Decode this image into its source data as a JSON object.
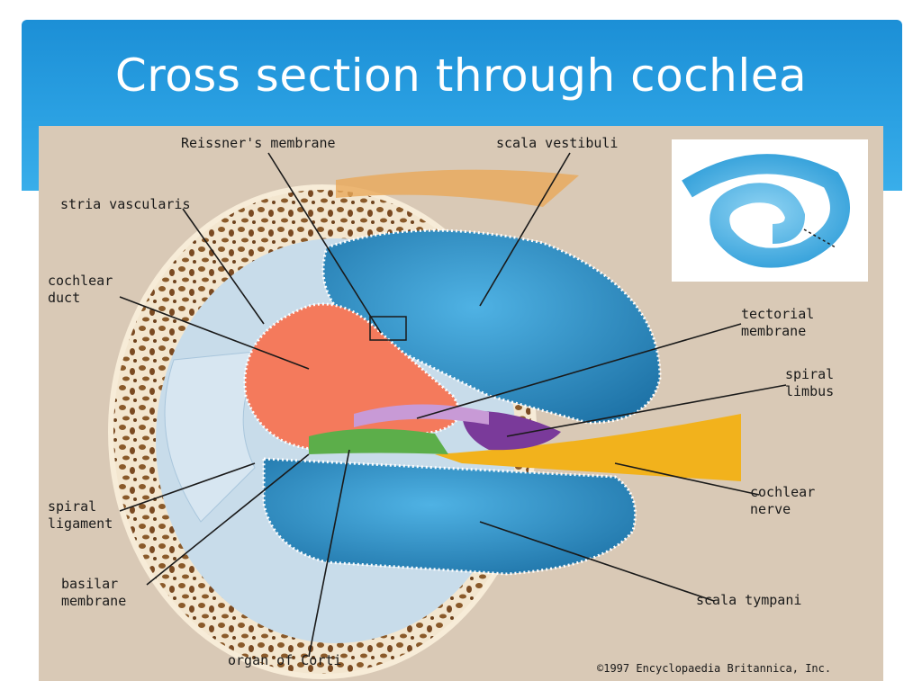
{
  "slide": {
    "title": "Cross section through cochlea"
  },
  "figure": {
    "labels": {
      "reissners_membrane": "Reissner's membrane",
      "scala_vestibuli": "scala vestibuli",
      "stria_vascularis": "stria vascularis",
      "cochlear_duct": "cochlear\nduct",
      "tectorial_membrane": "tectorial\nmembrane",
      "spiral_limbus": "spiral\nlimbus",
      "cochlear_nerve": "cochlear\nnerve",
      "spiral_ligament": "spiral\nligament",
      "basilar_membrane": "basilar\nmembrane",
      "scala_tympani": "scala tympani",
      "organ_of_corti": "organ of Corti"
    },
    "copyright": "©1997 Encyclopaedia Britannica, Inc.",
    "colors": {
      "bone": "#f3e6cf",
      "bone_spots": "#8a5a2a",
      "scala": "#2f92c9",
      "duct": "#f47a5c",
      "nerve": "#f2b21c",
      "limbus": "#7a3a9a",
      "background": "#d9c9b6"
    }
  }
}
